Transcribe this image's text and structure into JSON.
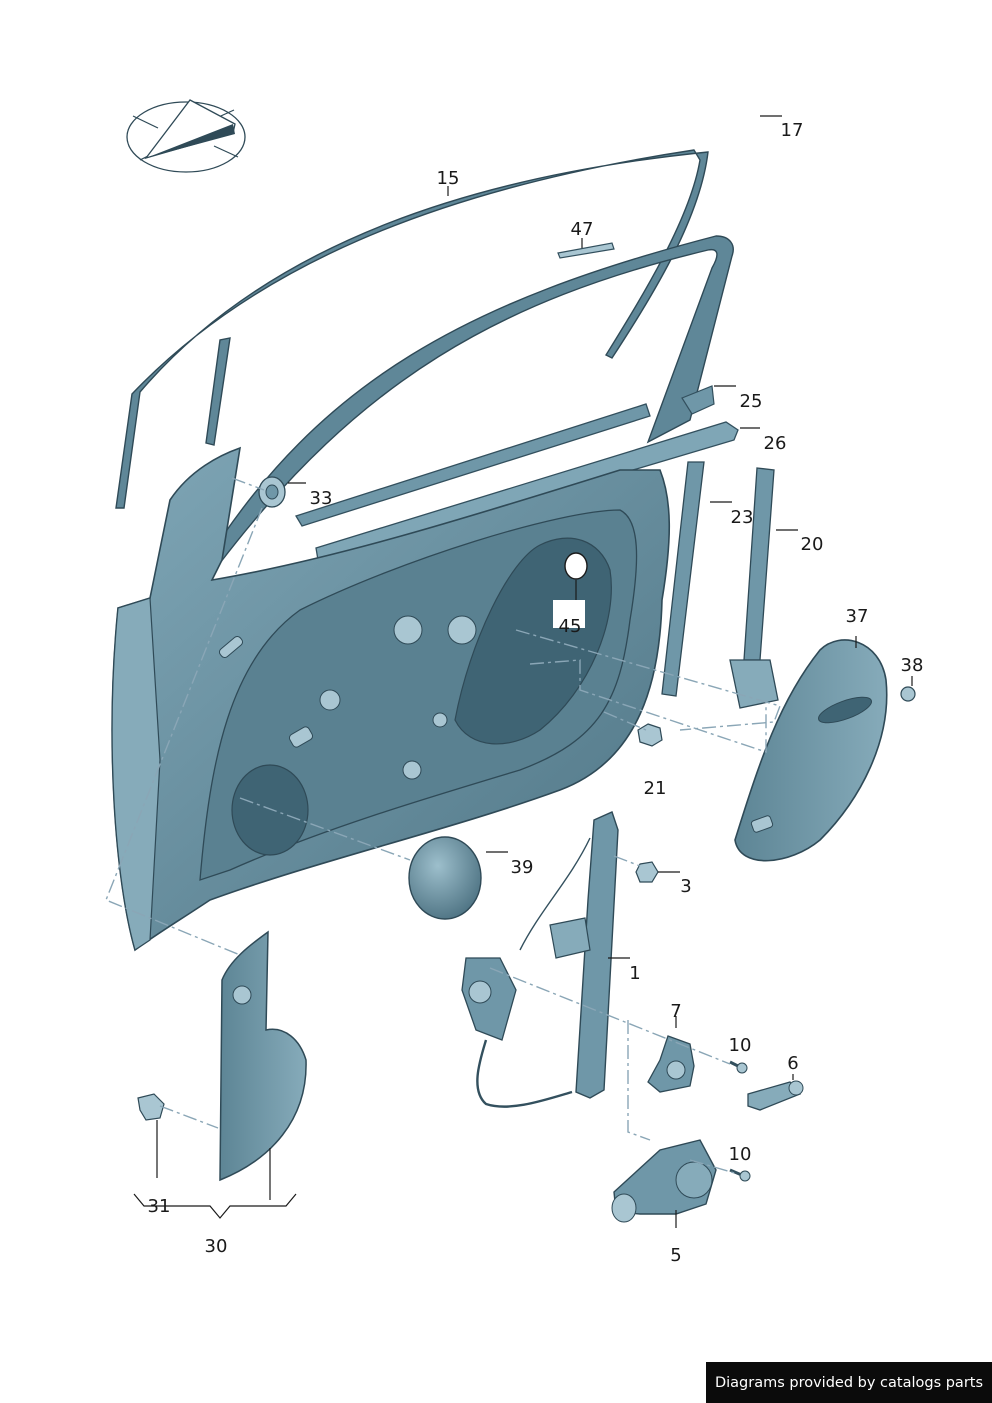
{
  "labels": {
    "p1": "1",
    "p3": "3",
    "p5": "5",
    "p6": "6",
    "p7": "7",
    "p10a": "10",
    "p10b": "10",
    "p15": "15",
    "p17": "17",
    "p20": "20",
    "p21": "21",
    "p23": "23",
    "p25": "25",
    "p26": "26",
    "p30": "30",
    "p31": "31",
    "p33": "33",
    "p37": "37",
    "p38": "38",
    "p39": "39",
    "p45": "45",
    "p47": "47"
  },
  "credit": "Diagrams provided by catalogs parts",
  "colors": {
    "part_fill": "#6f97a8",
    "part_dark": "#3f6474",
    "part_light": "#a9c6d2",
    "outline": "#33505e",
    "leader": "#1a1a1a",
    "phantom_line": "#8aa6b6"
  },
  "icons": {
    "orientation": "direction-compass-icon"
  }
}
